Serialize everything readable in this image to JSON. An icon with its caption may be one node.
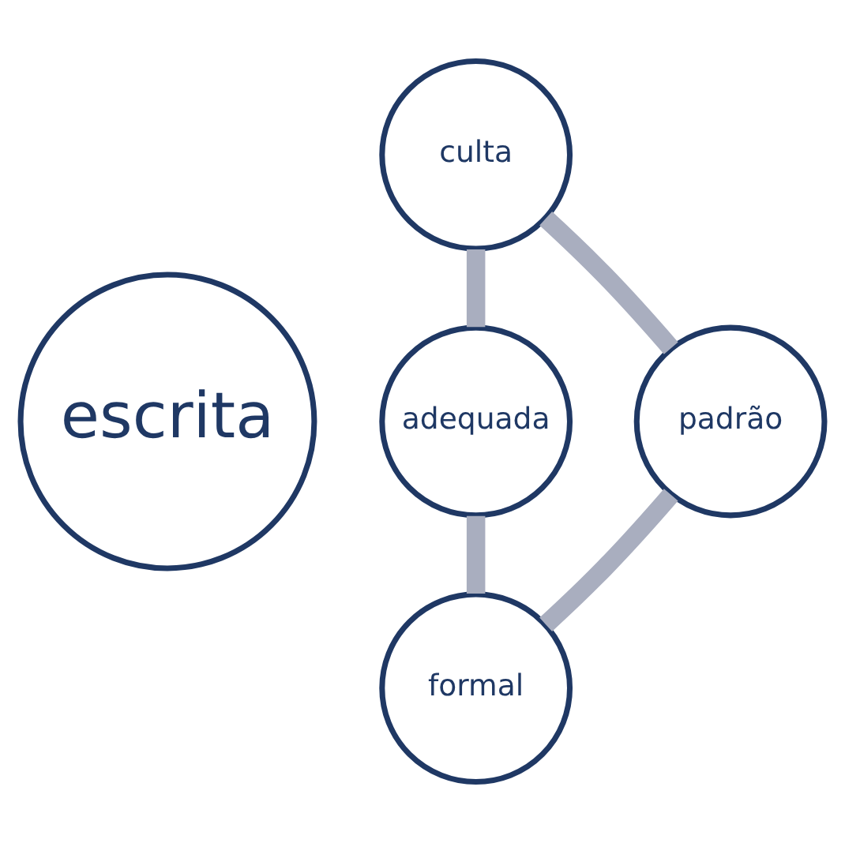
{
  "diagram": {
    "nodes": [
      {
        "text": [
          "culta"
        ]
      },
      {
        "text": [
          "padrão"
        ]
      },
      {
        "text": [
          "escrita"
        ]
      },
      {
        "text": [
          "adequada"
        ]
      },
      {
        "text": [
          "formal"
        ]
      }
    ],
    "edges": [
      {
        "from": 0,
        "to": 3,
        "arrow": "none"
      },
      {
        "from": 3,
        "to": 4,
        "arrow": "none"
      },
      {
        "from": 4,
        "to": 1,
        "arrow": "none"
      },
      {
        "from": 1,
        "to": 0,
        "arrow": "none"
      }
    ]
  }
}
